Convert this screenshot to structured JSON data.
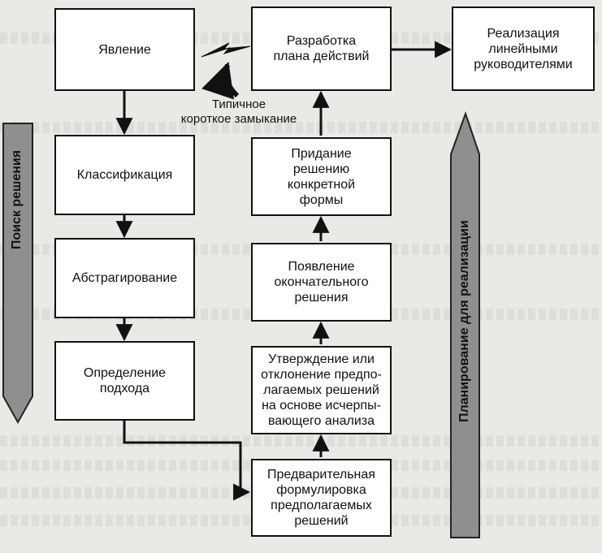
{
  "nodes": {
    "phenomenon": "Явление",
    "classification": "Классификация",
    "abstraction": "Абстрагирование",
    "approach": "Определение\nподхода",
    "preliminary": "Предварительная\nформулировка\nпредполагаемых\nрешений",
    "approval": "Утверждение или\nотклонение предпо-\nлагаемых решений\nна основе исчерпы-\nвающего анализа",
    "final_solution": "Появление\nокончательного\nрешения",
    "concrete_form": "Придание\nрешению\nконкретной\nформы",
    "action_plan": "Разработка\nплана действий",
    "implementation": "Реализация\nлинейными\nруководителями"
  },
  "annotations": {
    "short_circuit": "Типичное\nкороткое замыкание"
  },
  "bands": {
    "search": "Поиск решения",
    "planning": "Планирование для реализации"
  },
  "colors": {
    "band_fill": "#8f8f8f",
    "band_stroke": "#222222",
    "arrow": "#111111",
    "box_fill": "#ffffff"
  }
}
